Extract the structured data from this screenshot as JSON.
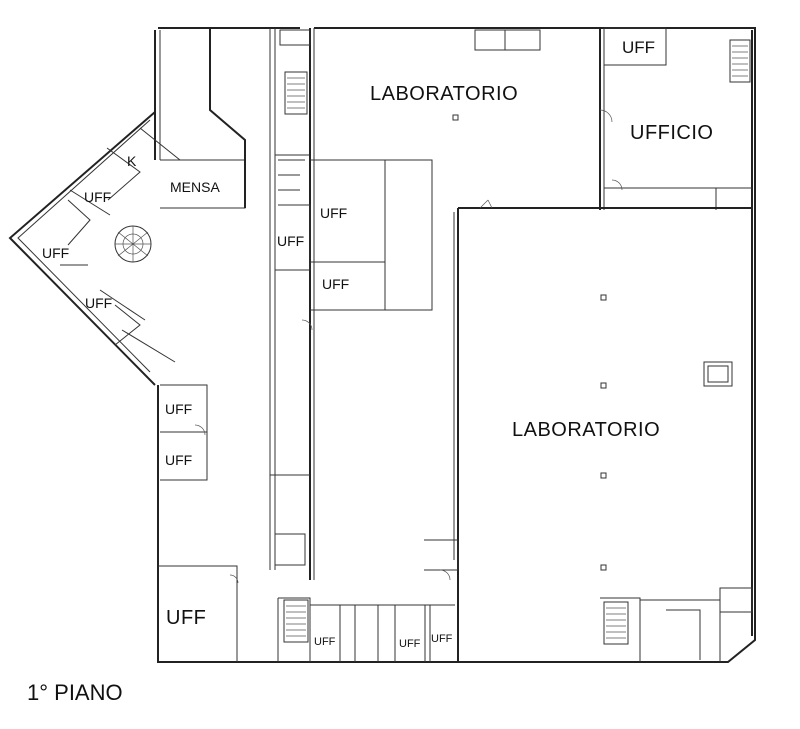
{
  "plan": {
    "floor_label": "1° PIANO",
    "rooms": {
      "lab_top": "LABORATORIO",
      "lab_main": "LABORATORIO",
      "ufficio": "UFFICIO",
      "uff_top_right": "UFF",
      "mensa": "MENSA",
      "k": "K",
      "uff_wing_1": "UFF",
      "uff_wing_2": "UFF",
      "uff_wing_3": "UFF",
      "uff_center_1": "UFF",
      "uff_center_2": "UFF",
      "uff_center_3": "UFF",
      "uff_left_1": "UFF",
      "uff_left_2": "UFF",
      "uff_bottom_left": "UFF",
      "uff_bottom_1": "UFF",
      "uff_bottom_2": "UFF",
      "uff_bottom_3": "UFF"
    }
  }
}
